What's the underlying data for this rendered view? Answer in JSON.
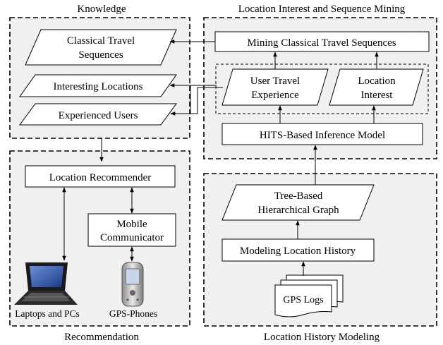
{
  "panels": {
    "knowledge": "Knowledge",
    "mining": "Location Interest and Sequence Mining",
    "recommendation": "Recommendation",
    "history": "Location History Modeling"
  },
  "knowledge": {
    "classical_line1": "Classical Travel",
    "classical_line2": "Sequences",
    "interesting": "Interesting Locations",
    "experienced": "Experienced Users"
  },
  "mining": {
    "sequences": "Mining Classical Travel Sequences",
    "user_exp_line1": "User Travel",
    "user_exp_line2": "Experience",
    "loc_int_line1": "Location",
    "loc_int_line2": "Interest",
    "hits": "HITS-Based Inference Model"
  },
  "recommendation": {
    "recommender": "Location Recommender",
    "mobile_line1": "Mobile",
    "mobile_line2": "Communicator",
    "laptops": "Laptops and PCs",
    "phones": "GPS-Phones"
  },
  "history": {
    "tree_line1": "Tree-Based",
    "tree_line2": "Hierarchical Graph",
    "modeling": "Modeling Location History",
    "gps": "GPS Logs"
  }
}
